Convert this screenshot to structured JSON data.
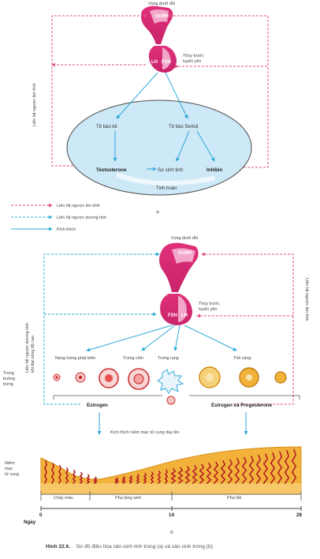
{
  "male": {
    "hypothalamus": "Vùng dưới đồi",
    "gnrh": "GnRH",
    "lh": "LH",
    "fsh": "FSH",
    "pituitary": "Thùy trước tuyến yên",
    "feedback_side": "Liên hệ ngược âm tính",
    "leydig": "Tế bào kẽ",
    "sertoli": "Tế bào Sertoli",
    "testosterone": "Testosterone",
    "spermatogenesis": "Sự sinh tinh",
    "inhibin": "Inhibin",
    "testis": "Tinh hoàn",
    "part_label": "a"
  },
  "legend": [
    {
      "label": "Liên hệ ngược âm tính",
      "style": "neg",
      "color": "#e0507a"
    },
    {
      "label": "Liên hệ ngược dương tính",
      "style": "pos",
      "color": "#2eaad8"
    },
    {
      "label": "Kích thích",
      "style": "stim",
      "color": "#2eaad8"
    }
  ],
  "female": {
    "hypothalamus": "Vùng dưới đồi",
    "gnrh": "GnRH",
    "fsh": "FSH",
    "lh": "LH",
    "pituitary": "Thùy trước tuyến yên",
    "left_feedback": "Liên hệ ngược dương tính khi đạt nồng độ cao",
    "right_feedback": "Liên hệ ngược âm tính",
    "stages": [
      "Nang trứng phát triển",
      "Trứng chín",
      "Trứng rụng",
      "Thể vàng"
    ],
    "in_ovary": "Trong buồng trứng",
    "estrogen": "Estrogen",
    "estrogen_progesterone": "Estrogen và Progesterone",
    "stimulate_uterus": "Kích thích niêm mạc tử cung dày lên",
    "endometrium": "Niêm mạc tử cung",
    "phases": [
      "Chảy máu",
      "Pha tăng sinh",
      "Pha tiết"
    ],
    "day_ticks": [
      "0",
      "14",
      "28"
    ],
    "day_label": "Ngày",
    "part_label": "b"
  },
  "caption": {
    "number": "Hình 22.6.",
    "text": "Sơ đồ điều hòa sản sinh tinh trùng (a) và sản sinh trứng (b)"
  },
  "colors": {
    "magenta": "#e0307a",
    "pink_light": "#f2a6c8",
    "cyan": "#2eaad8",
    "testis_fill": "#cde8f6",
    "endometrium": "#f2b23a",
    "blood": "#b32025"
  }
}
